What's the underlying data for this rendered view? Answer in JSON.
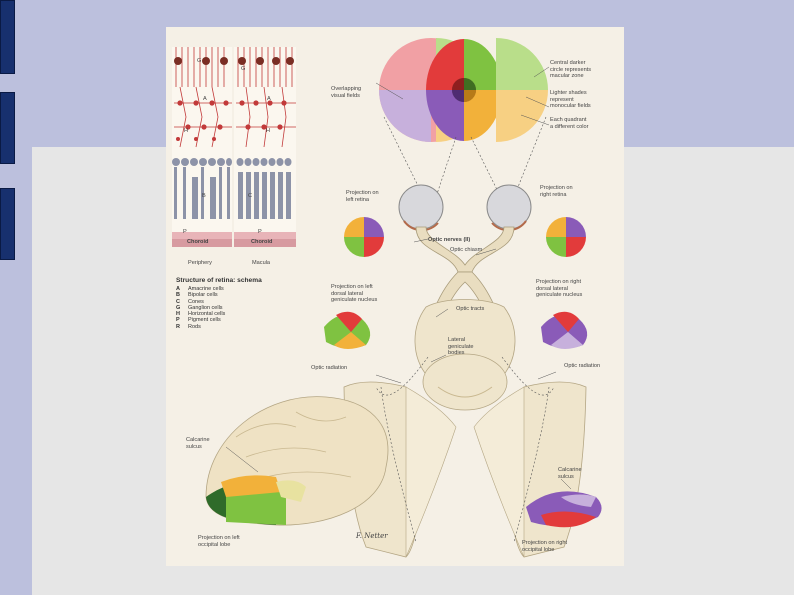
{
  "figure": {
    "retina": {
      "letters": [
        "G",
        "G",
        "A",
        "A",
        "H",
        "H",
        "B",
        "C",
        "P",
        "P"
      ],
      "choroid_labels": [
        "Choroid",
        "Choroid"
      ],
      "panel_captions": [
        "Periphery",
        "Macula"
      ],
      "legend_title": "Structure of retina: schema",
      "legend": [
        {
          "key": "A",
          "text": "Amacrine cells"
        },
        {
          "key": "B",
          "text": "Bipolar cells"
        },
        {
          "key": "C",
          "text": "Cones"
        },
        {
          "key": "G",
          "text": "Ganglion cells"
        },
        {
          "key": "H",
          "text": "Horizontal cells"
        },
        {
          "key": "P",
          "text": "Pigment cells"
        },
        {
          "key": "R",
          "text": "Rods"
        }
      ]
    },
    "labels": {
      "overlapping": "Overlapping\nvisual fields",
      "central": "Central darker\ncircle represents\nmacular zone",
      "lighter": "Lighter shades\nrepresent\nmonocular fields",
      "quadrant": "Each quadrant\na different color",
      "proj_left_retina": "Projection on\nleft retina",
      "proj_right_retina": "Projection on\nright retina",
      "optic_nerves": "Optic nerves (II)",
      "optic_chiasm": "Optic chiasm",
      "proj_left_lgn": "Projection on left\ndorsal lateral\ngeniculate nucleus",
      "proj_right_lgn": "Projection on right\ndorsal lateral\ngeniculate nucleus",
      "optic_tracts": "Optic tracts",
      "lateral_geniculate": "Lateral\ngeniculate\nbodies",
      "optic_radiation_left": "Optic radiation",
      "optic_radiation_right": "Optic radiation",
      "calcarine_left": "Calcarine\nsulcus",
      "calcarine_right": "Calcarine\nsulcus",
      "proj_left_occipital": "Projection on left\noccipital lobe",
      "proj_right_occipital": "Projection on right\noccipital lobe",
      "signature": "F. Netter"
    },
    "colors": {
      "red": "#e23b3b",
      "green": "#7fc241",
      "purple": "#8a5bb8",
      "yellow": "#f2b13a",
      "light_red": "#f1a0a4",
      "light_purple": "#c7b0dc",
      "nerve": "#e9ddc0",
      "brain": "#efe5cc",
      "retina_red": "#c23a3a",
      "retina_gray": "#8d93a8"
    }
  }
}
